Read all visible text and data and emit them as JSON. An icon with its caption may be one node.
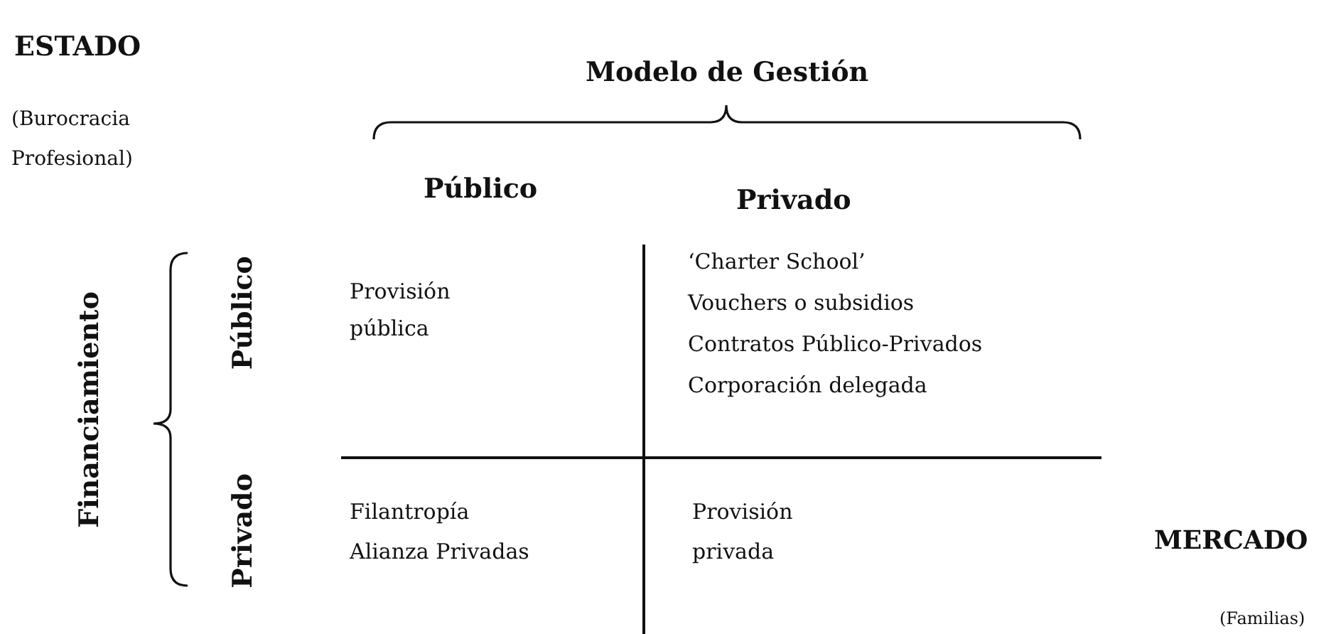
{
  "diagram": {
    "labels": [
      "ESTADO",
      "(Burocracia Profesional)",
      "Modelo de Gestión",
      "Público",
      "Privado",
      "Financiamiento",
      "Público",
      "Privado",
      "Provisión pública",
      "‘Charter School’",
      "Vouchers o subsidios",
      "Contratos Público-Privados",
      "Corporación delegada",
      "Filantropía",
      "Alianza Privadas",
      "Provisión privada",
      "MERCADO",
      "(Familias)"
    ]
  }
}
